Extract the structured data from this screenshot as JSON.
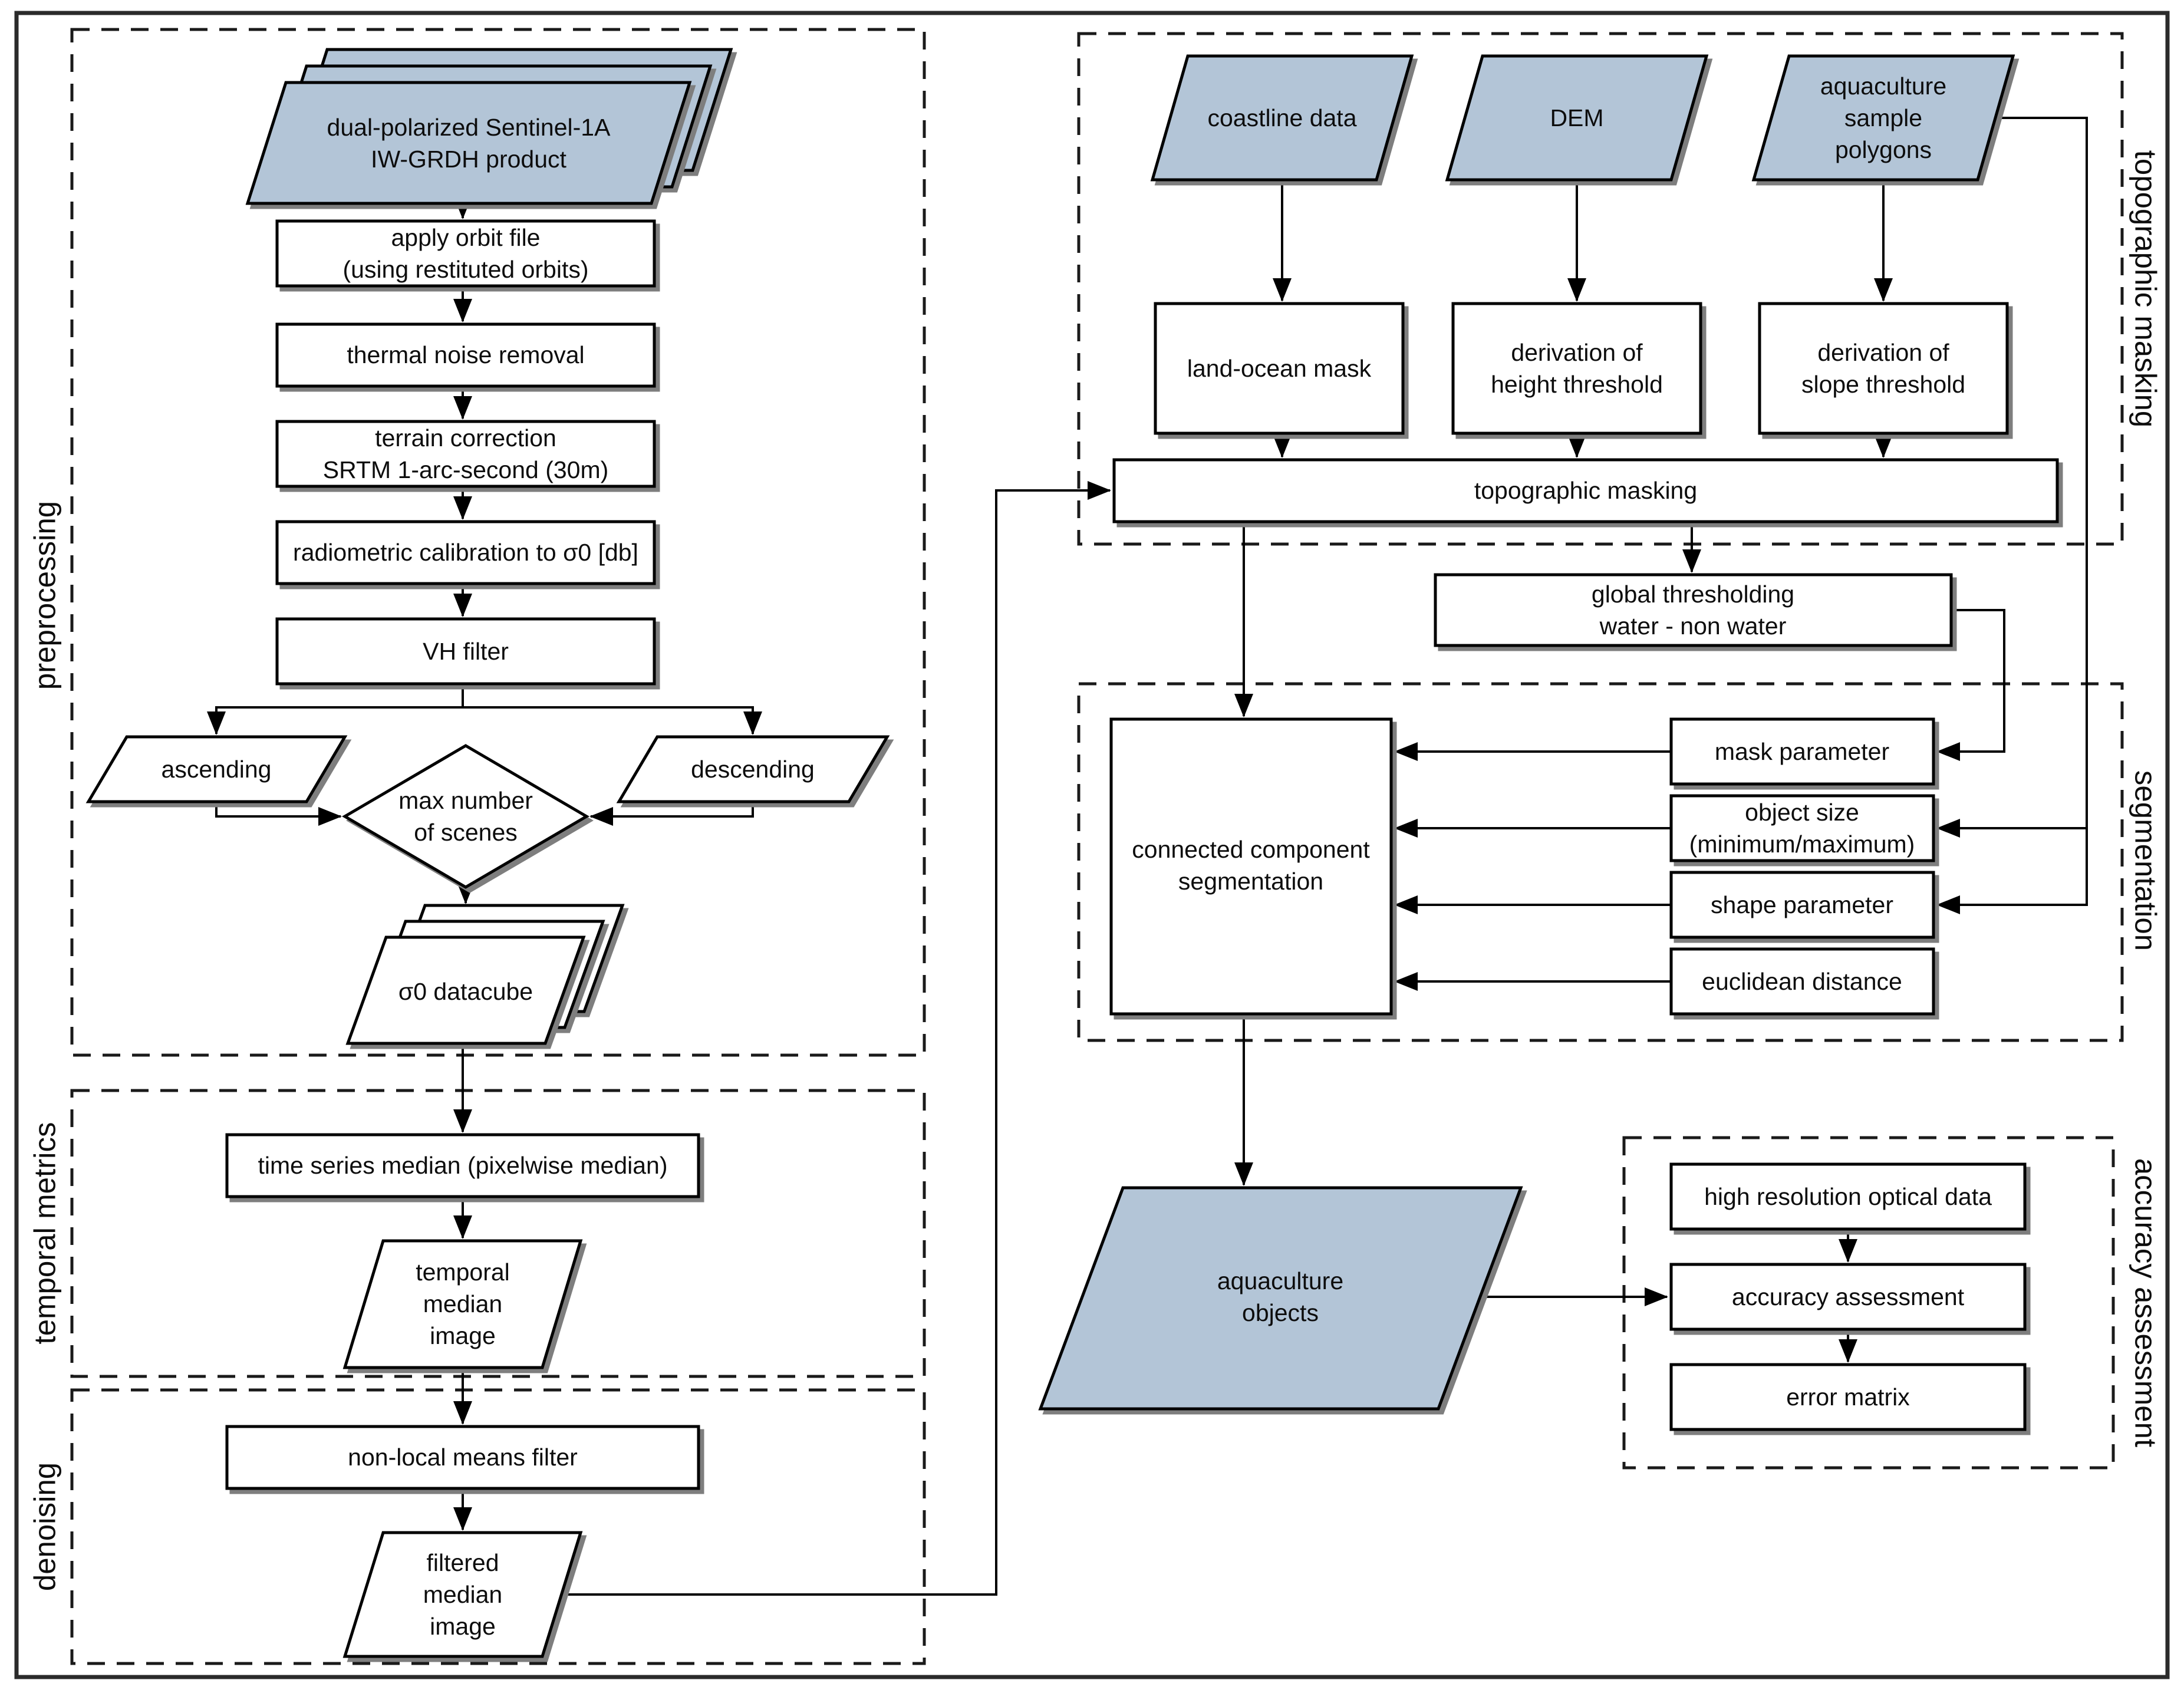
{
  "sections": {
    "preprocessing": {
      "label": "preprocessing"
    },
    "temporal_metrics": {
      "label": "temporal metrics"
    },
    "denoising": {
      "label": "denoising"
    },
    "topographic_masking": {
      "label": "topographic masking"
    },
    "segmentation": {
      "label": "segmentation"
    },
    "accuracy_assessment": {
      "label": "accuracy assessment"
    }
  },
  "nodes": {
    "sentinel_product": {
      "label": "dual-polarized Sentinel-1A\nIW-GRDH product",
      "shape": "data-stack"
    },
    "apply_orbit": {
      "label": "apply orbit file\n(using restituted orbits)",
      "shape": "process"
    },
    "thermal_noise": {
      "label": "thermal noise removal",
      "shape": "process"
    },
    "terrain_correction": {
      "label": "terrain correction\nSRTM 1-arc-second (30m)",
      "shape": "process"
    },
    "radiometric_calibration": {
      "label": "radiometric calibration to σ0 [db]",
      "shape": "process"
    },
    "vh_filter": {
      "label": "VH filter",
      "shape": "process"
    },
    "ascending": {
      "label": "ascending",
      "shape": "data"
    },
    "descending": {
      "label": "descending",
      "shape": "data"
    },
    "max_scenes": {
      "label": "max number\nof scenes",
      "shape": "decision"
    },
    "sigma0_datacube": {
      "label": "σ0 datacube",
      "shape": "data-stack"
    },
    "time_series_median": {
      "label": "time series median (pixelwise median)",
      "shape": "process"
    },
    "temporal_median_image": {
      "label": "temporal\nmedian\nimage",
      "shape": "data"
    },
    "nonlocal_means_filter": {
      "label": "non-local means filter",
      "shape": "process"
    },
    "filtered_median_image": {
      "label": "filtered\nmedian\nimage",
      "shape": "data"
    },
    "coastline_data": {
      "label": "coastline data",
      "shape": "data"
    },
    "dem": {
      "label": "DEM",
      "shape": "data"
    },
    "aquaculture_samples": {
      "label": "aquaculture\nsample\npolygons",
      "shape": "data"
    },
    "land_ocean_mask": {
      "label": "land-ocean mask",
      "shape": "process"
    },
    "height_threshold": {
      "label": "derivation of\nheight threshold",
      "shape": "process"
    },
    "slope_threshold": {
      "label": "derivation of\nslope threshold",
      "shape": "process"
    },
    "topographic_masking": {
      "label": "topographic masking",
      "shape": "process"
    },
    "global_thresholding": {
      "label": "global thresholding\nwater - non water",
      "shape": "process"
    },
    "connected_component": {
      "label": "connected component\nsegmentation",
      "shape": "process"
    },
    "mask_parameter": {
      "label": "mask parameter",
      "shape": "process"
    },
    "object_size": {
      "label": "object size\n(minimum/maximum)",
      "shape": "process"
    },
    "shape_parameter": {
      "label": "shape parameter",
      "shape": "process"
    },
    "euclidean_distance": {
      "label": "euclidean distance",
      "shape": "process"
    },
    "aquaculture_objects": {
      "label": "aquaculture\nobjects",
      "shape": "data"
    },
    "optical_data": {
      "label": "high resolution optical data",
      "shape": "process"
    },
    "accuracy_assessment": {
      "label": "accuracy assessment",
      "shape": "process"
    },
    "error_matrix": {
      "label": "error matrix",
      "shape": "process"
    }
  },
  "colors": {
    "data_fill": "#b3c5d7",
    "line": "#000000",
    "background": "#ffffff"
  }
}
